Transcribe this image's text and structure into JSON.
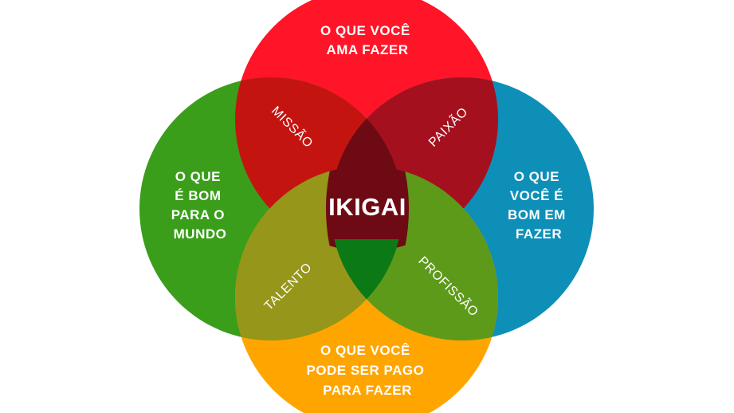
{
  "diagram": {
    "center_label": "IKIGAI",
    "circles": {
      "top": {
        "lines": [
          "O QUE VOCÊ",
          "AMA FAZER"
        ],
        "color": "#ff1428"
      },
      "left": {
        "lines": [
          "O QUE",
          "É BOM",
          "PARA O",
          "MUNDO"
        ],
        "color": "#3a9e1a"
      },
      "right": {
        "lines": [
          "O QUE",
          "VOCÊ É",
          "BOM EM",
          "FAZER"
        ],
        "color": "#0e8fb8"
      },
      "bottom": {
        "lines": [
          "O QUE VOCÊ",
          "PODE SER PAGO",
          "PARA FAZER"
        ],
        "color": "#ffa500"
      }
    },
    "overlaps": {
      "missao": {
        "label": "MISSÃO",
        "color": "#c41410"
      },
      "paixao": {
        "label": "PAIXÃO",
        "color": "#a5101f"
      },
      "talento": {
        "label": "TALENTO",
        "color": "#95961a"
      },
      "profissao": {
        "label": "PROFISSÃO",
        "color": "#5e9a1a"
      },
      "ikigai_core": {
        "color": "#6e0a14"
      },
      "top_bottom_lens": {
        "color": "#c00808"
      },
      "left_right_lens": {
        "color": "#0b7a14"
      }
    }
  }
}
